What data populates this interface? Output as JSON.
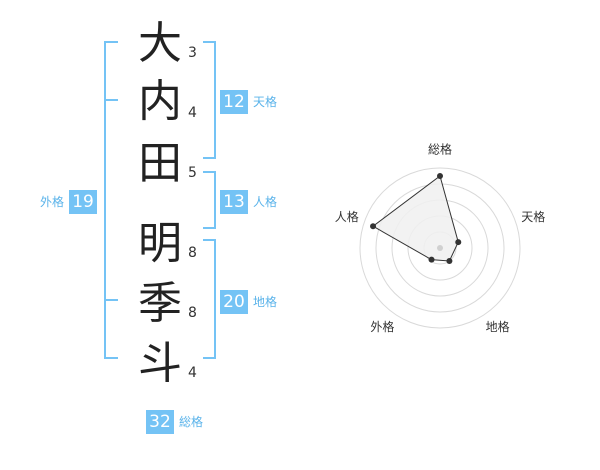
{
  "name": {
    "characters": [
      {
        "char": "大",
        "strokes": "3"
      },
      {
        "char": "内",
        "strokes": "4"
      },
      {
        "char": "田",
        "strokes": "5"
      },
      {
        "char": "明",
        "strokes": "8"
      },
      {
        "char": "季",
        "strokes": "8"
      },
      {
        "char": "斗",
        "strokes": "4"
      }
    ]
  },
  "kaku": {
    "tenkaku": {
      "value": "12",
      "label": "天格"
    },
    "jinkaku": {
      "value": "13",
      "label": "人格"
    },
    "chikaku": {
      "value": "20",
      "label": "地格"
    },
    "gaikaku": {
      "value": "19",
      "label": "外格"
    },
    "soukaku": {
      "value": "32",
      "label": "総格"
    }
  },
  "radar": {
    "axes": [
      "総格",
      "天格",
      "地格",
      "外格",
      "人格"
    ],
    "levels": 5,
    "values": [
      4.5,
      1.2,
      1.0,
      0.9,
      4.4
    ],
    "line_color": "#333333",
    "fill_color": "#f0f0f0",
    "grid_color": "#d9d9d9",
    "point_color": "#333333",
    "center_color": "#d0d0d0"
  },
  "colors": {
    "bracket": "#74c3f5",
    "badge": "#74c3f5",
    "badge_label": "#5ab3ea"
  }
}
